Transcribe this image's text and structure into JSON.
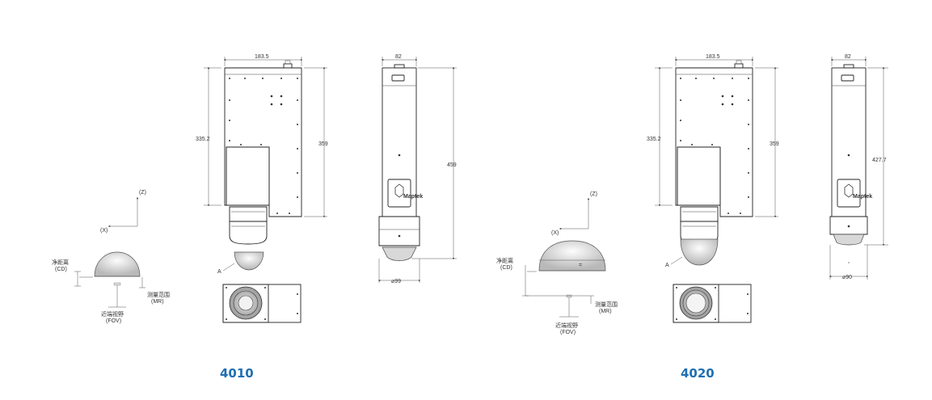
{
  "colors": {
    "model_label": "#1f6fb3",
    "line": "#222222",
    "background": "#ffffff"
  },
  "models": [
    {
      "name": "4010",
      "side": {
        "width": "183.5",
        "height_body": "335.2",
        "height_total": "359"
      },
      "front": {
        "width": "82",
        "height": "459",
        "diameter": "⌀99"
      },
      "detail": "A"
    },
    {
      "name": "4020",
      "side": {
        "width": "183.5",
        "height_body": "335.2",
        "height_total": "359"
      },
      "front": {
        "width": "82",
        "height": "427.7",
        "diameter": "⌀90"
      },
      "detail": "A"
    }
  ],
  "axes": {
    "z": "(Z)",
    "x": "(X)"
  },
  "legend": {
    "cd": "净距离",
    "cd_abbr": "(CD)",
    "mr": "测量范围",
    "mr_abbr": "(MR)",
    "fov": "近端视野",
    "fov_abbr": "(FOV)"
  },
  "logo_text": "Maptek"
}
